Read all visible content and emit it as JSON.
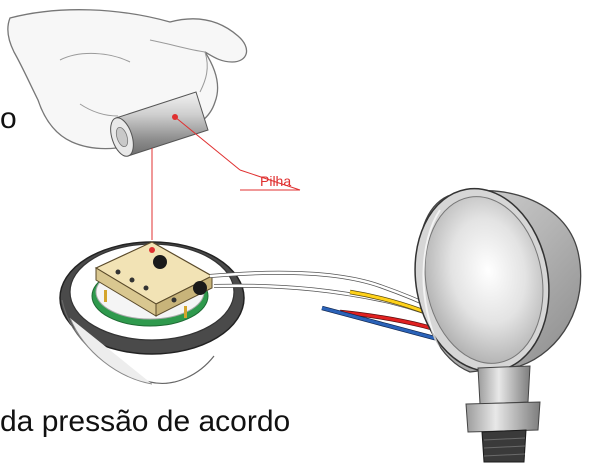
{
  "texts": {
    "top_left_fragment": "o",
    "bottom_fragment": "da pressão de acordo"
  },
  "callout": {
    "label": "Pilha",
    "color": "#e03030"
  },
  "wires": {
    "colors": [
      "#ffffff",
      "#ffd21a",
      "#e02020",
      "#2a62b8"
    ]
  },
  "icons": [
    "hand-icon",
    "battery-icon",
    "sensor-module-icon",
    "housing-icon"
  ]
}
